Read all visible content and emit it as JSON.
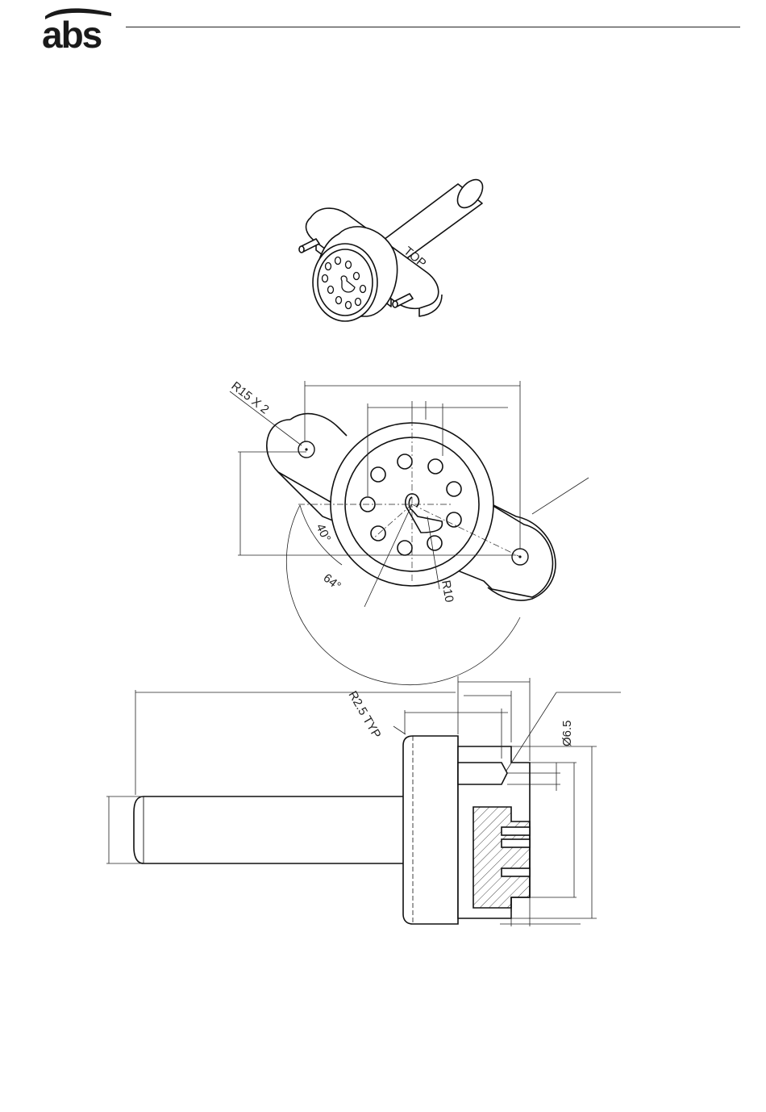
{
  "header": {
    "logo_text": "abs"
  },
  "iso_view": {
    "engraving": "TOP"
  },
  "front_view": {
    "dim_radius_ears": "R15 X 2",
    "dim_angle_small": "40°",
    "dim_angle_large": "64°",
    "dim_radius_sector": "R10"
  },
  "side_view": {
    "dim_fillet": "R2.5 TYP",
    "dim_pin_dia": "Ø6.5"
  }
}
